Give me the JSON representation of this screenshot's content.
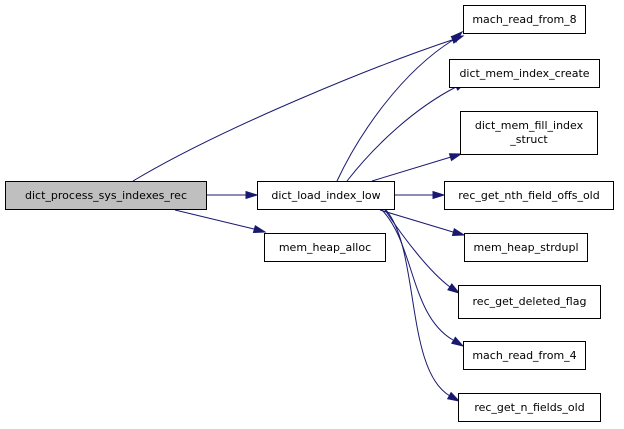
{
  "diagram": {
    "edge_color": "#191970",
    "root_fill": "#bfbfbf",
    "nodes": {
      "dict_process_sys_indexes_rec": [
        "dict_process_sys_indexes_rec"
      ],
      "dict_load_index_low": [
        "dict_load_index_low"
      ],
      "mem_heap_alloc": [
        "mem_heap_alloc"
      ],
      "mach_read_from_8": [
        "mach_read_from_8"
      ],
      "dict_mem_index_create": [
        "dict_mem_index_create"
      ],
      "dict_mem_fill_index_struct": [
        "dict_mem_fill_index",
        "_struct"
      ],
      "rec_get_nth_field_offs_old": [
        "rec_get_nth_field_offs_old"
      ],
      "mem_heap_strdupl": [
        "mem_heap_strdupl"
      ],
      "rec_get_deleted_flag": [
        "rec_get_deleted_flag"
      ],
      "mach_read_from_4": [
        "mach_read_from_4"
      ],
      "rec_get_n_fields_old": [
        "rec_get_n_fields_old"
      ]
    },
    "edges": [
      [
        "dict_process_sys_indexes_rec",
        "mach_read_from_8"
      ],
      [
        "dict_process_sys_indexes_rec",
        "dict_load_index_low"
      ],
      [
        "dict_process_sys_indexes_rec",
        "mem_heap_alloc"
      ],
      [
        "dict_load_index_low",
        "mach_read_from_8"
      ],
      [
        "dict_load_index_low",
        "dict_mem_index_create"
      ],
      [
        "dict_load_index_low",
        "dict_mem_fill_index_struct"
      ],
      [
        "dict_load_index_low",
        "rec_get_nth_field_offs_old"
      ],
      [
        "dict_load_index_low",
        "mem_heap_strdupl"
      ],
      [
        "dict_load_index_low",
        "rec_get_deleted_flag"
      ],
      [
        "dict_load_index_low",
        "mach_read_from_4"
      ],
      [
        "dict_load_index_low",
        "rec_get_n_fields_old"
      ]
    ]
  }
}
